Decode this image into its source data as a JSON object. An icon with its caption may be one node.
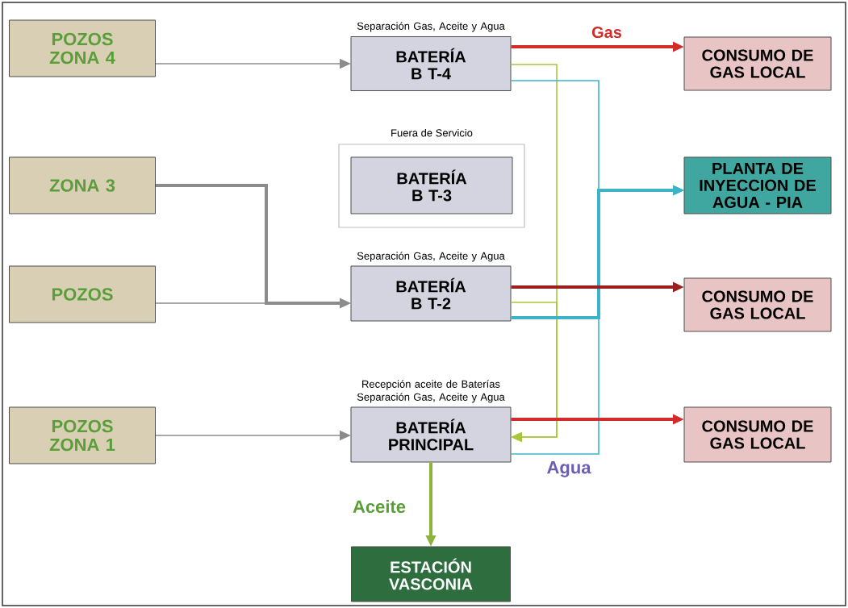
{
  "diagram": {
    "nodes": [
      {
        "text": [
          "POZOS ZONA 4"
        ]
      },
      {
        "text": [
          "BATERÍA B T-4"
        ],
        "beside": [
          "Separación Gas, Aceite y Agua"
        ]
      },
      {
        "text": [
          "CONSUMO DE GAS LOCAL"
        ]
      },
      {
        "text": [
          "ZONA 3"
        ]
      },
      {
        "text": [
          "Fuera de Servicio"
        ]
      },
      {
        "text": [
          "BATERÍA B T-3"
        ],
        "in": 4
      },
      {
        "text": [
          "PLANTA DE INYECCION DE AGUA - PIA"
        ]
      },
      {
        "text": [
          "POZOS"
        ]
      },
      {
        "text": [
          "BATERÍA B T-2"
        ],
        "beside": [
          "Separación Gas, Aceite y Agua"
        ]
      },
      {
        "text": [
          "CONSUMO DE GAS LOCAL"
        ]
      },
      {
        "text": [
          "POZOS ZONA 1"
        ]
      },
      {
        "text": [
          "BATERÍA PRINCIPAL"
        ],
        "beside": [
          "Recepción aceite de Baterías Separación Gas, Aceite y Agua"
        ]
      },
      {
        "text": [
          "CONSUMO DE GAS LOCAL"
        ]
      },
      {
        "text": [
          "ESTACIÓN VASCONIA"
        ]
      }
    ],
    "edges": [
      {
        "from": 0,
        "to": 1,
        "arrow": "to"
      },
      {
        "from": 1,
        "to": 2,
        "arrow": "to",
        "label": "Gas",
        "color": "#d42a2a",
        "style": "thick"
      },
      {
        "from": 1,
        "to": 11,
        "arrow": "to",
        "color": "#a8c83c"
      },
      {
        "from": 8,
        "to": 11,
        "arrow": "to",
        "color": "#a8c83c"
      },
      {
        "from": 1,
        "to": 6,
        "arrow": "to",
        "color": "#3cb4c8"
      },
      {
        "from": 8,
        "to": 6,
        "arrow": "to",
        "color": "#3cb4c8",
        "style": "thick"
      },
      {
        "from": 11,
        "to": 6,
        "arrow": "to",
        "color": "#3cb4c8",
        "label": "Agua"
      },
      {
        "from": 3,
        "to": 8,
        "arrow": "to",
        "style": "thick"
      },
      {
        "from": 7,
        "to": 8,
        "arrow": "to"
      },
      {
        "from": 8,
        "to": 9,
        "arrow": "to",
        "color": "#9a2020",
        "style": "thick"
      },
      {
        "from": 10,
        "to": 11,
        "arrow": "to"
      },
      {
        "from": 11,
        "to": 12,
        "arrow": "to",
        "color": "#d42a2a",
        "style": "thick"
      },
      {
        "from": 11,
        "to": 13,
        "arrow": "to",
        "color": "#8cb43c",
        "style": "thick",
        "label": "Aceite"
      }
    ]
  }
}
